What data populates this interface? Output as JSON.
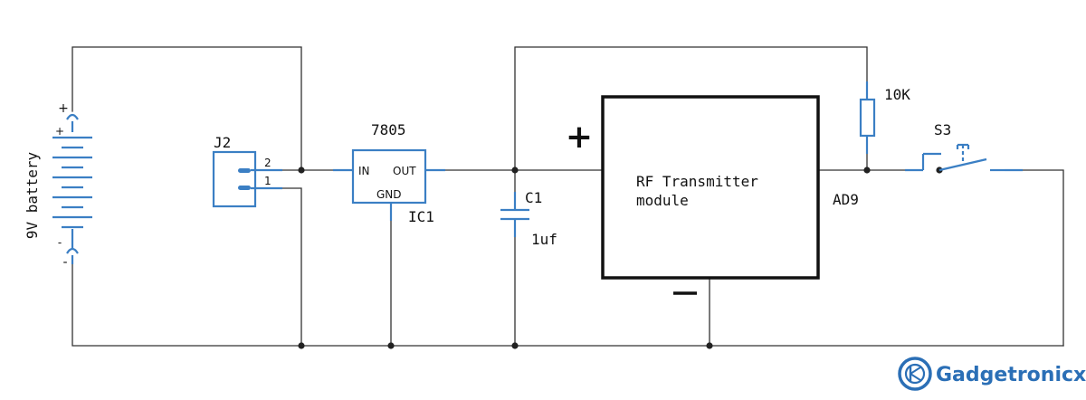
{
  "battery": {
    "label": "9V battery",
    "plus": "+",
    "minus": "-"
  },
  "connector": {
    "ref": "J2",
    "pin2": "2",
    "pin1": "1"
  },
  "regulator": {
    "part": "7805",
    "ref": "IC1",
    "in": "IN",
    "out": "OUT",
    "gnd": "GND"
  },
  "capacitor": {
    "ref": "C1",
    "value": "1uf"
  },
  "module": {
    "line1": "RF Transmitter",
    "line2": "module",
    "plus": "+",
    "minus": "−",
    "pin_label": "AD9"
  },
  "resistor": {
    "value": "10K"
  },
  "switch": {
    "ref": "S3"
  },
  "brand": {
    "name": "Gadgetronicx"
  },
  "colors": {
    "component": "#3b7fc4",
    "wire": "#333333",
    "brand": "#2b6fb6"
  }
}
